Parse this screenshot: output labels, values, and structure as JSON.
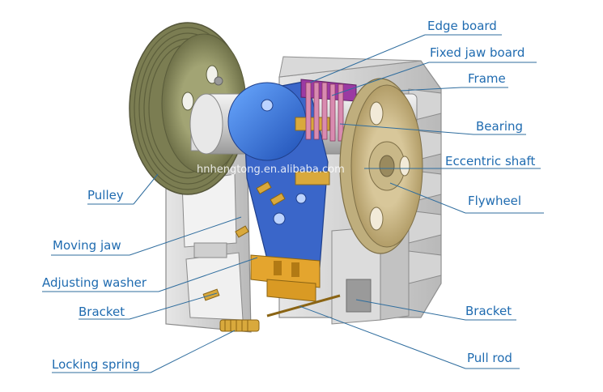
{
  "colors": {
    "label_text": "#1f6bb0",
    "leader_line": "#2f6d9e",
    "frame_gray": "#c9c9c9",
    "pulley_olive": "#8a8c60",
    "flywheel_beige": "#cdb98a",
    "jaw_blue": "#2f62c8",
    "brass": "#d9a93c"
  },
  "watermark": "hnhengtong.en.alibaba.com",
  "labels": {
    "edge_board": "Edge board",
    "fixed_jaw_board": "Fixed jaw board",
    "frame": "Frame",
    "bearing": "Bearing",
    "eccentric_shaft": "Eccentric shaft",
    "flywheel": "Flywheel",
    "pulley": "Pulley",
    "moving_jaw": "Moving jaw",
    "adjusting_washer": "Adjusting washer",
    "bracket_left": "Bracket",
    "bracket_right": "Bracket",
    "locking_spring": "Locking spring",
    "pull_rod": "Pull rod"
  }
}
